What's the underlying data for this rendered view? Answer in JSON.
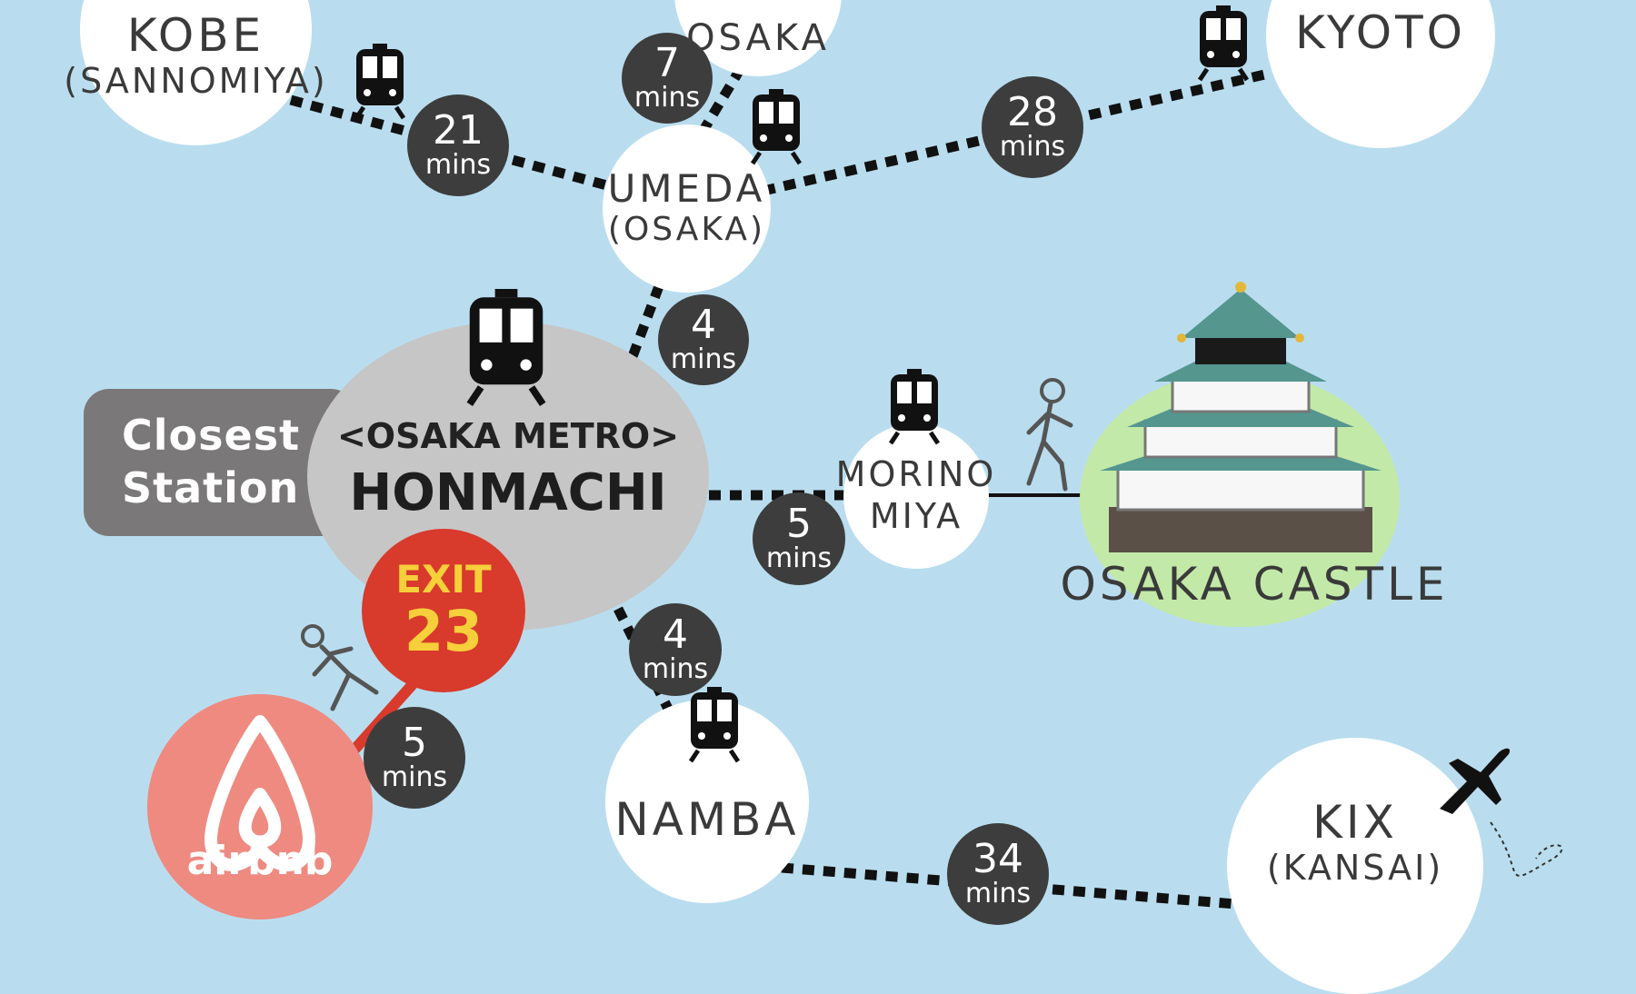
{
  "stations": {
    "kobe": {
      "line1": "KOBE",
      "line2": "(SANNOMIYA)"
    },
    "osaka_top": {
      "line1": "OSAKA"
    },
    "kyoto": {
      "line1": "KYOTO"
    },
    "umeda": {
      "line1": "UMEDA",
      "line2": "(OSAKA)"
    },
    "morinomiya": {
      "line1": "MORINO",
      "line2": "MIYA"
    },
    "namba": {
      "line1": "NAMBA"
    },
    "kix": {
      "line1": "KIX",
      "line2": "(KANSAI)"
    }
  },
  "honmachi": {
    "closest_label_1": "Closest",
    "closest_label_2": "Station",
    "operator": "<OSAKA METRO>",
    "name": "HONMACHI",
    "exit_label": "EXIT",
    "exit_number": "23"
  },
  "travel_times": {
    "kobe_umeda": {
      "value": "21",
      "unit": "mins"
    },
    "osaka_umeda": {
      "value": "7",
      "unit": "mins"
    },
    "umeda_kyoto": {
      "value": "28",
      "unit": "mins"
    },
    "honmachi_umeda": {
      "value": "4",
      "unit": "mins"
    },
    "honmachi_morinomiya": {
      "value": "5",
      "unit": "mins"
    },
    "honmachi_namba": {
      "value": "4",
      "unit": "mins"
    },
    "exit_airbnb_walk": {
      "value": "5",
      "unit": "mins"
    },
    "namba_kix": {
      "value": "34",
      "unit": "mins"
    }
  },
  "landmarks": {
    "castle": "OSAKA CASTLE",
    "airbnb": "airbnb"
  },
  "icons": [
    "train-icon",
    "walking-person-icon",
    "airplane-icon",
    "castle-illustration",
    "airbnb-logo-icon"
  ],
  "colors": {
    "water": "#b9ddef",
    "station": "#ffffff",
    "badge": "#3d3d3d",
    "honmachi": "#c6c6c6",
    "closest": "#7a7878",
    "exit": "#d83a2c",
    "exit_text": "#f6cf3a",
    "airbnb": "#ee8a80",
    "castle_bg": "#c3e9a8"
  }
}
